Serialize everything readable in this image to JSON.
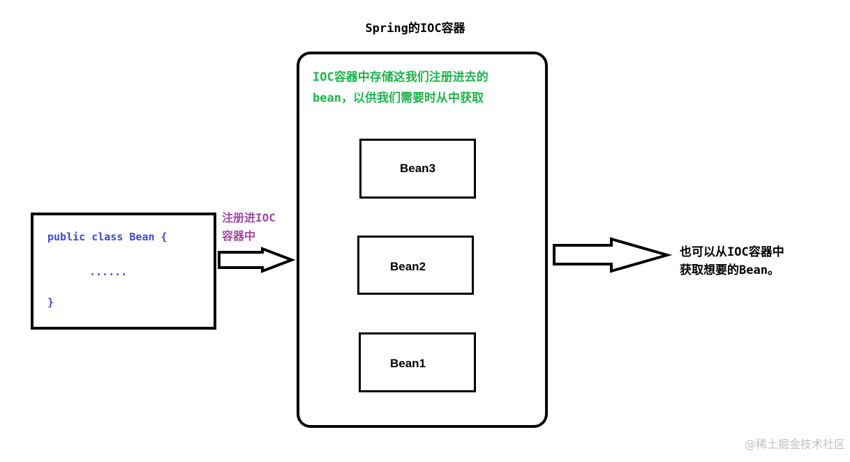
{
  "title": "Spring的IOC容器",
  "container": {
    "note_line1": "IOC容器中存储这我们注册进去的",
    "note_line2": "bean，以供我们需要时从中获取",
    "beans": [
      "Bean3",
      "Bean2",
      "Bean1"
    ]
  },
  "code_box": {
    "line1": "public class Bean {",
    "line2": "......",
    "line3": "}"
  },
  "register_label": {
    "line1": "注册进IOC",
    "line2": "容器中"
  },
  "retrieve_label": {
    "line1": "也可以从IOC容器中",
    "line2": "获取想要的Bean。"
  },
  "watermark": "@稀土掘金技术社区",
  "colors": {
    "note_text": "#22b14c",
    "code_text": "#3f48cc",
    "register_text": "#a349a4",
    "lines": "#000000"
  }
}
